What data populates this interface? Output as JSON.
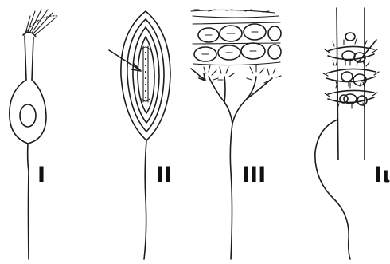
{
  "figure": {
    "panels": [
      {
        "id": "I",
        "label": "I"
      },
      {
        "id": "II",
        "label": "II"
      },
      {
        "id": "III",
        "label": "III"
      },
      {
        "id": "IV",
        "label": "Iι"
      }
    ]
  },
  "colors": {
    "ink": "#1c1c1c",
    "background": "#ffffff"
  }
}
